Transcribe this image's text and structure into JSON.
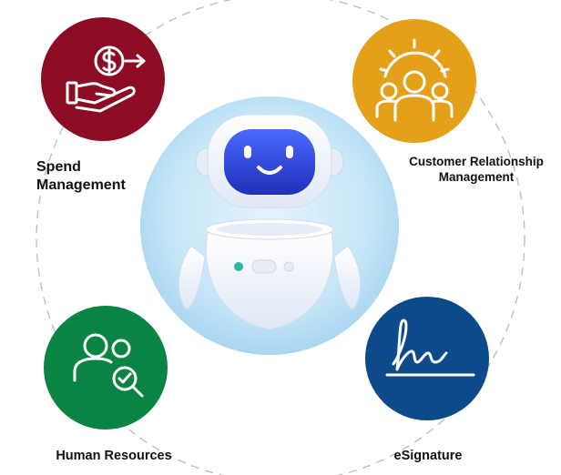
{
  "labels": {
    "spend": [
      "Spend",
      "Management"
    ],
    "crm": [
      "Customer Relationship",
      "Management"
    ],
    "hr": "Human Resources",
    "esignature": "eSignature"
  },
  "colors": {
    "spend": "#8c0c24",
    "crm": "#e5a01a",
    "hr": "#0a8442",
    "esignature": "#0d4a8a",
    "halo": "#bfe1f5",
    "dashed_ring": "#bbbbbb"
  },
  "icons": {
    "spend": "hand-dollar-icon",
    "crm": "gear-people-icon",
    "hr": "people-search-icon",
    "esignature": "signature-icon",
    "center": "robot-icon"
  }
}
